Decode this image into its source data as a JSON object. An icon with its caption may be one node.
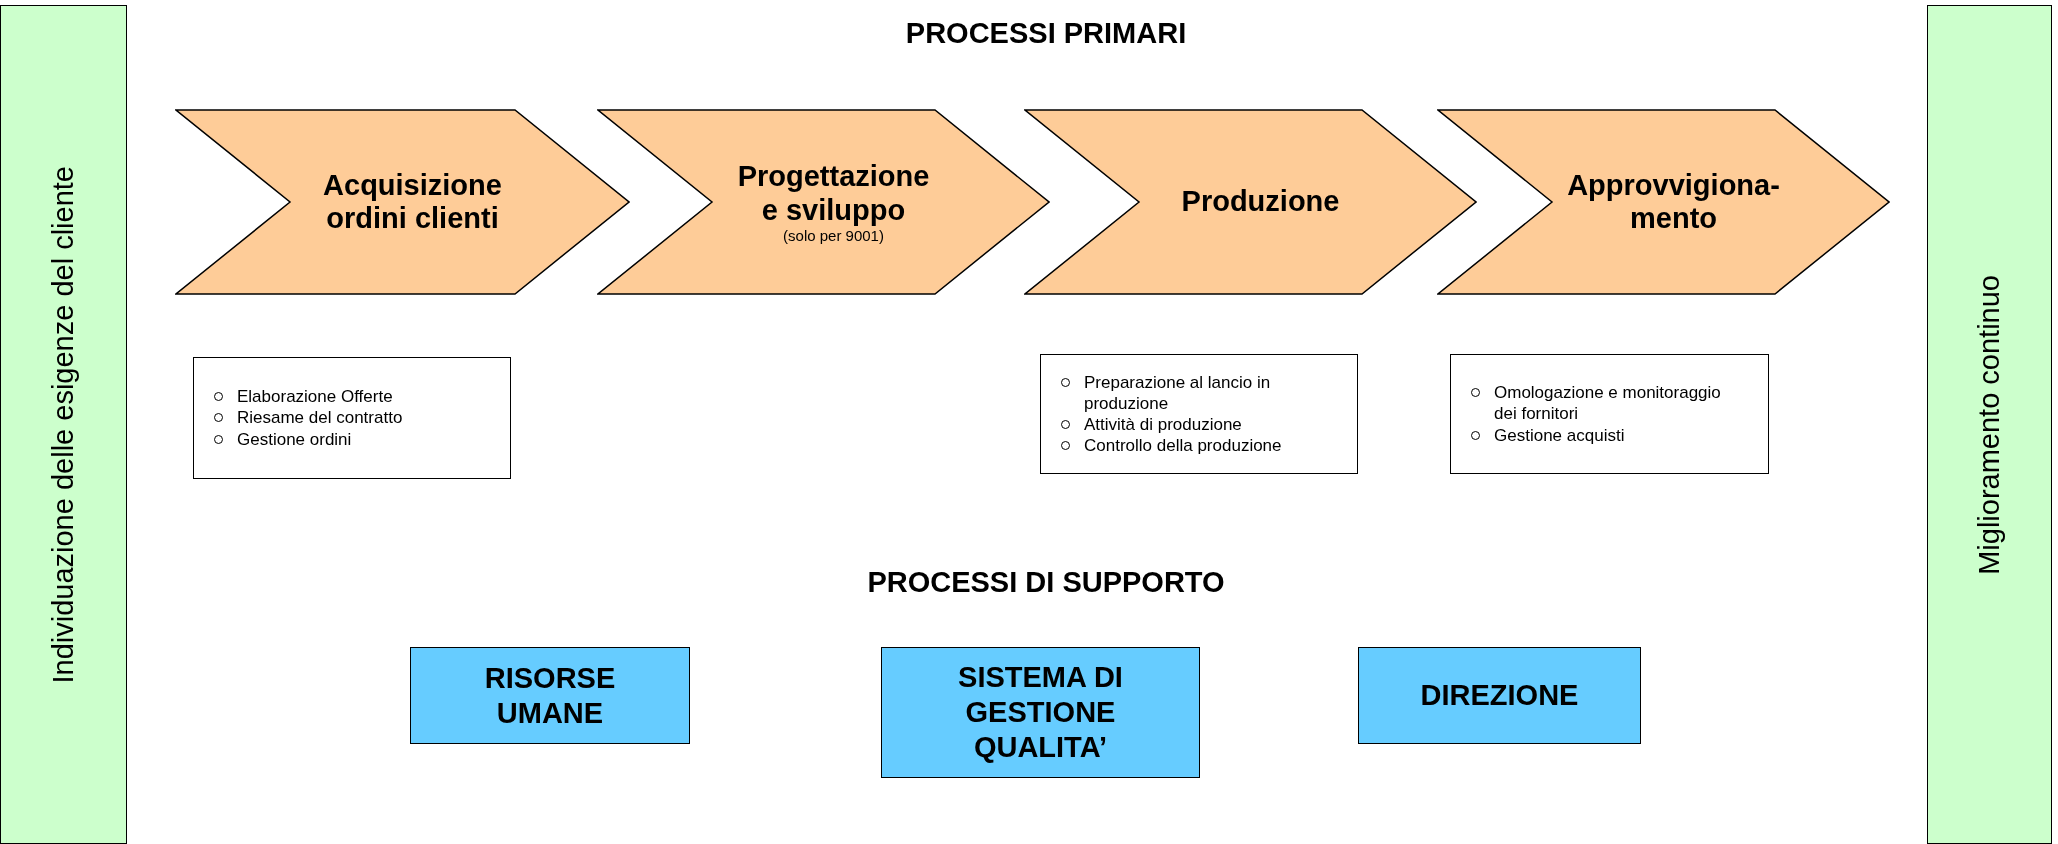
{
  "diagram": {
    "nodes": [
      {
        "text": [
          "Individuazione delle esigenze del cliente"
        ]
      },
      {
        "text": [
          "Acquisizione ordini clienti"
        ]
      },
      {
        "text": [
          "Progettazione e sviluppo",
          "(solo per 9001)"
        ]
      },
      {
        "text": [
          "Produzione"
        ]
      },
      {
        "text": [
          "Approvvigiona- mento"
        ]
      },
      {
        "text": [
          "Elaborazione Offerte",
          "Riesame del contratto",
          "Gestione ordini"
        ]
      },
      {
        "text": [
          "Preparazione al lancio in produzione",
          "Attività di produzione",
          "Controllo della produzione"
        ]
      },
      {
        "text": [
          "Omologazione e monitoraggio dei fornitori",
          "Gestione acquisti"
        ]
      },
      {
        "text": [
          "RISORSE UMANE"
        ]
      },
      {
        "text": [
          "SISTEMA DI GESTIONE QUALITA’"
        ]
      },
      {
        "text": [
          "DIREZIONE"
        ]
      },
      {
        "text": [
          "Miglioramento continuo"
        ]
      }
    ],
    "labels": [
      "PROCESSI PRIMARI",
      "PROCESSI DI SUPPORTO"
    ]
  }
}
